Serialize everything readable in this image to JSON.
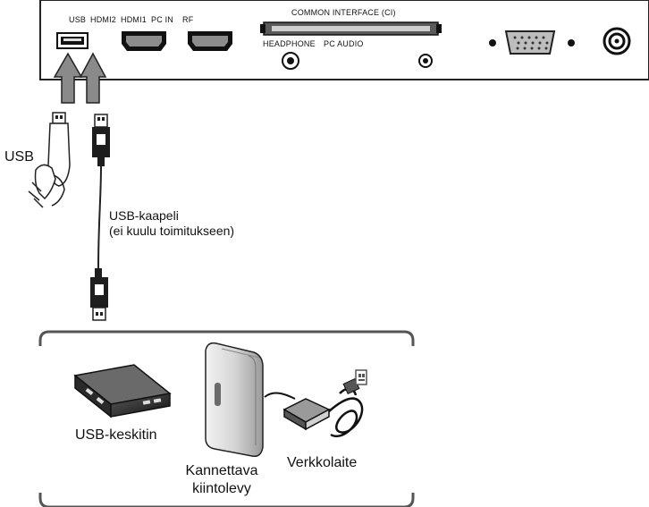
{
  "panel": {
    "port_labels": {
      "usb": "USB",
      "hdmi2": "HDMI2",
      "hdmi1": "HDMI1",
      "pc_in": "PC IN",
      "rf": "RF",
      "common_interface": "COMMON  INTERFACE (CI)",
      "headphone": "HEADPHONE",
      "pc_audio": "PC AUDIO"
    }
  },
  "labels": {
    "usb": "USB",
    "cable_line1": "USB-kaapeli",
    "cable_line2": "(ei kuulu toimitukseen)",
    "usb_hub": "USB-keskitin",
    "hdd_line1": "Kannettava",
    "hdd_line2": "kiintolevy",
    "power_adapter": "Verkkolaite"
  },
  "colors": {
    "outline": "#222222",
    "arrow_fill": "#8a8a8a",
    "panel_fill": "#ffffff",
    "device_dark": "#1e1e1e",
    "device_grey": "#bdbdbd"
  }
}
